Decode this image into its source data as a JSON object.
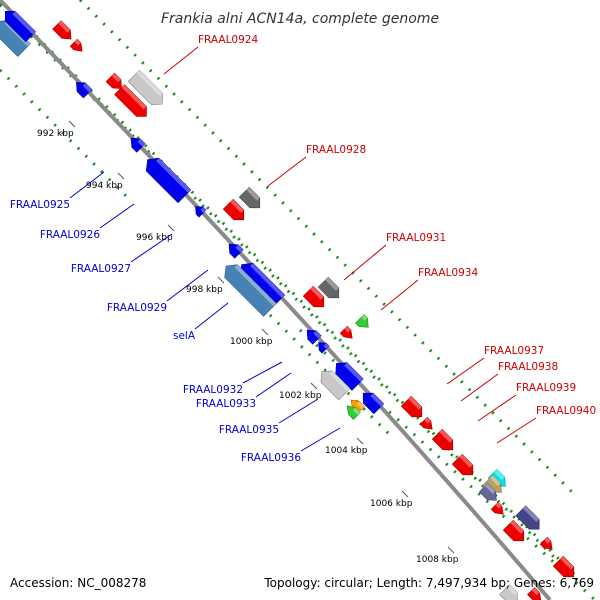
{
  "title": "Frankia alni ACN14a, complete genome",
  "footer": {
    "accession": "Accession: NC_008278",
    "topology": "Topology: circular; Length: 7,497,934 bp; Genes: 6,769"
  },
  "colors": {
    "backbone": "#8a8a8a",
    "dots": "#1a8a1a",
    "forward_label": "#cc0000",
    "reverse_label": "#0000cc"
  },
  "ticks": [
    "992 kbp",
    "994 kbp",
    "996 kbp",
    "998 kbp",
    "1000 kbp",
    "1002 kbp",
    "1004 kbp",
    "1006 kbp",
    "1008 kbp"
  ],
  "forward_labels": [
    "FRAAL0924",
    "FRAAL0928",
    "FRAAL0931",
    "FRAAL0934",
    "FRAAL0937",
    "FRAAL0938",
    "FRAAL0939",
    "FRAAL0940"
  ],
  "reverse_labels": [
    "FRAAL0925",
    "FRAAL0926",
    "FRAAL0927",
    "FRAAL0929",
    "selA",
    "FRAAL0932",
    "FRAAL0933",
    "FRAAL0935",
    "FRAAL0936"
  ]
}
